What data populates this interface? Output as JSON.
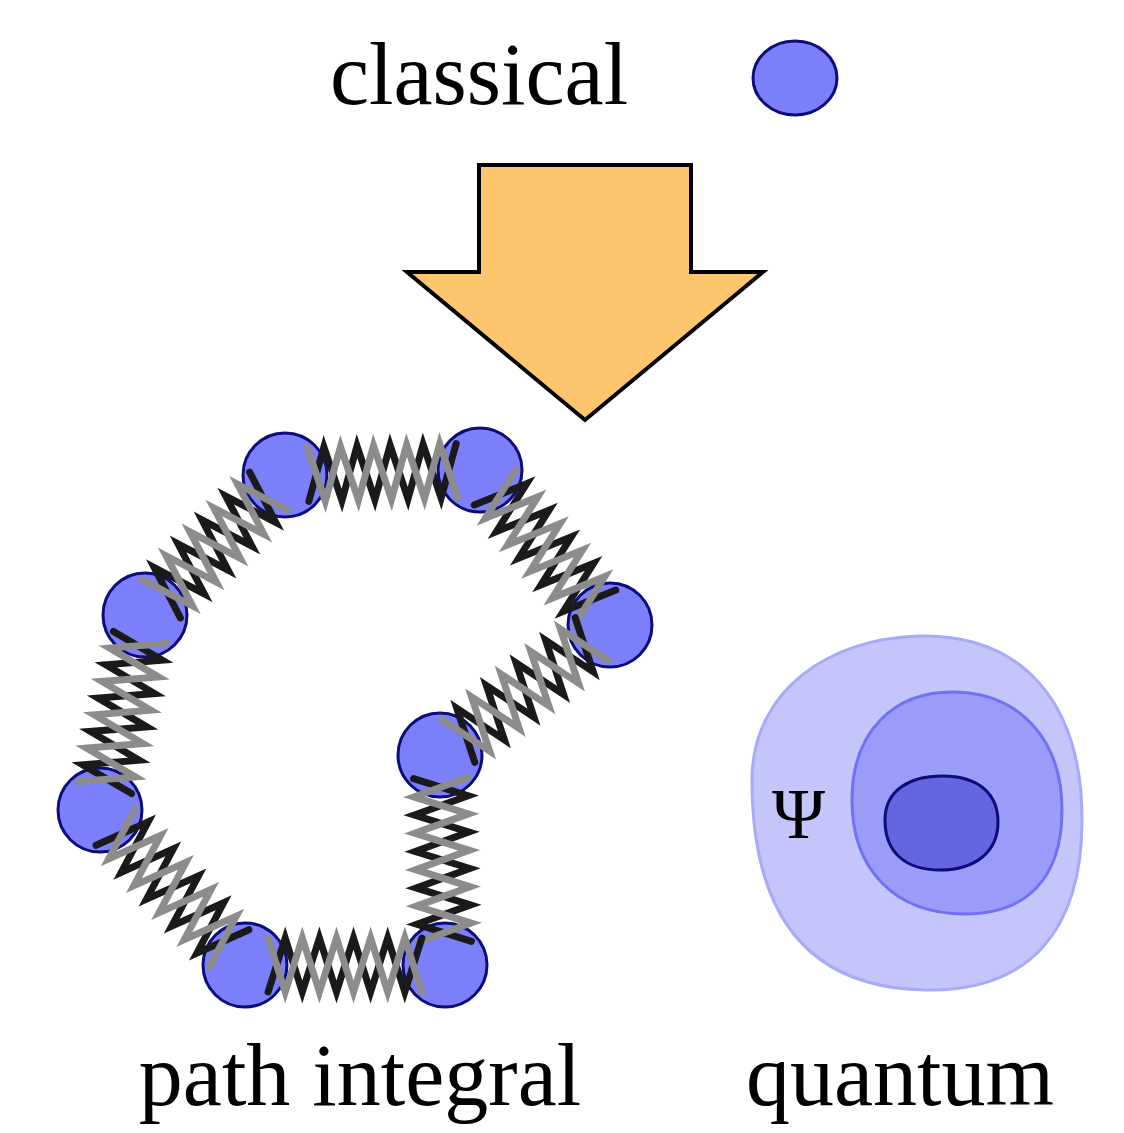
{
  "diagram": {
    "nodes": [
      {
        "text": [
          "classical"
        ]
      },
      {
        "text": [
          "path integral"
        ]
      },
      {
        "text": [
          "Ψ",
          "quantum"
        ]
      }
    ],
    "edges": [
      {
        "from": 0,
        "to": 1,
        "arrow": "to"
      }
    ]
  }
}
